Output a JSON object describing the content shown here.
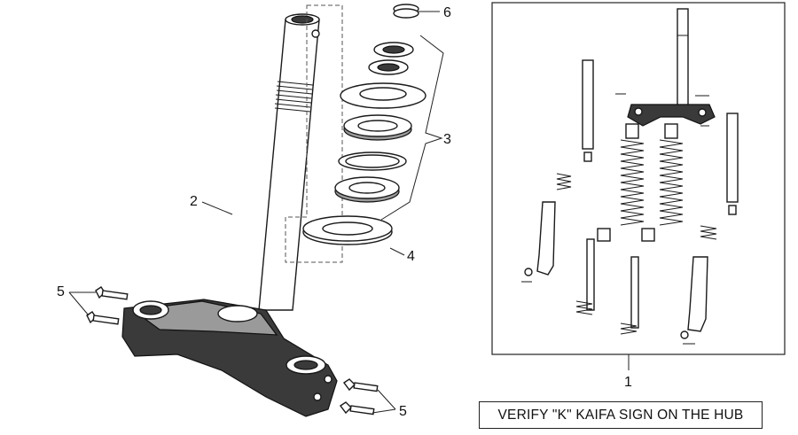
{
  "callouts": {
    "c1": "1",
    "c2": "2",
    "c3": "3",
    "c4": "4",
    "c5a": "5",
    "c5b": "5",
    "c6": "6"
  },
  "note": "VERIFY \"K\" KAIFA SIGN ON THE HUB"
}
